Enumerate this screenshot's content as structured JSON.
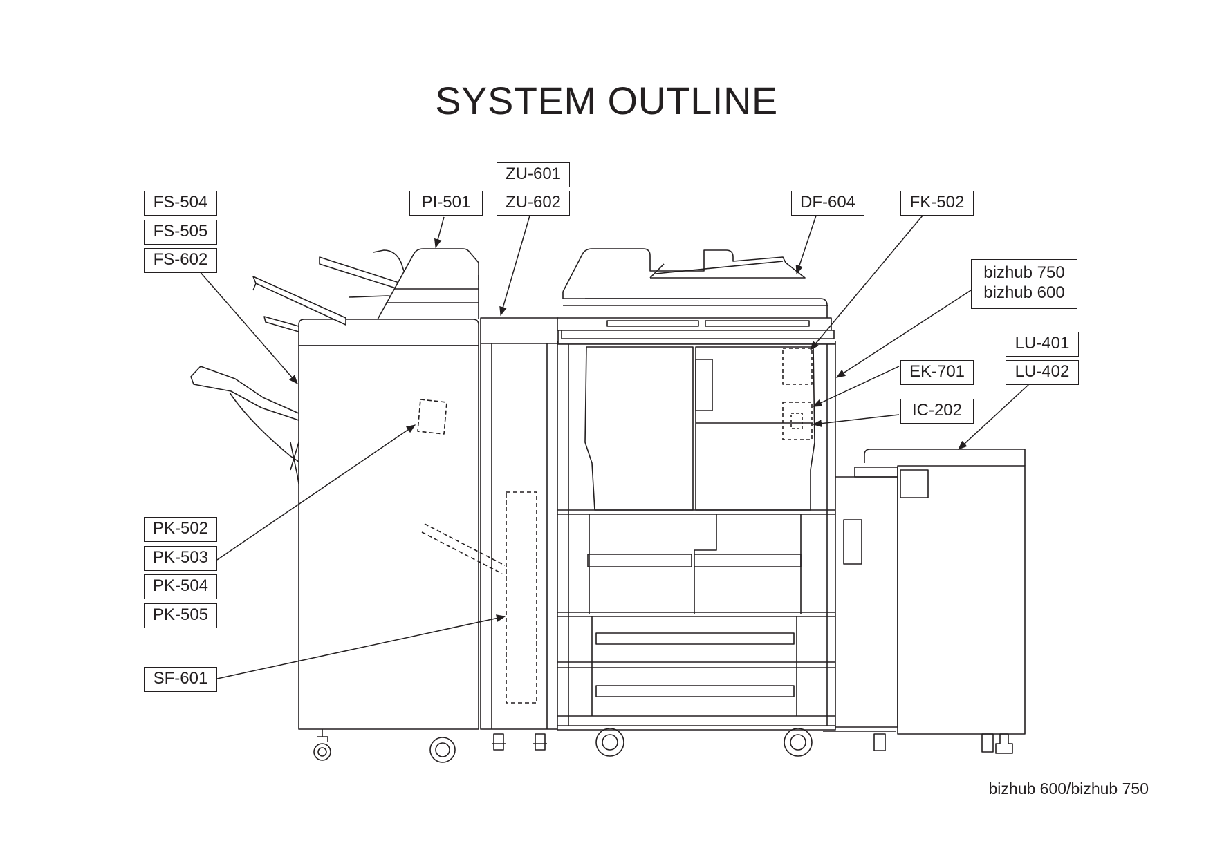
{
  "title": "SYSTEM OUTLINE",
  "footer": "bizhub 600/bizhub 750",
  "labels": {
    "fs504": "FS-504",
    "fs505": "FS-505",
    "fs602": "FS-602",
    "pi501": "PI-501",
    "zu601": "ZU-601",
    "zu602": "ZU-602",
    "df604": "DF-604",
    "fk502": "FK-502",
    "main_line1": "bizhub 750",
    "main_line2": "bizhub 600",
    "lu401": "LU-401",
    "lu402": "LU-402",
    "ek701": "EK-701",
    "ic202": "IC-202",
    "pk502": "PK-502",
    "pk503": "PK-503",
    "pk504": "PK-504",
    "pk505": "PK-505",
    "sf601": "SF-601"
  }
}
